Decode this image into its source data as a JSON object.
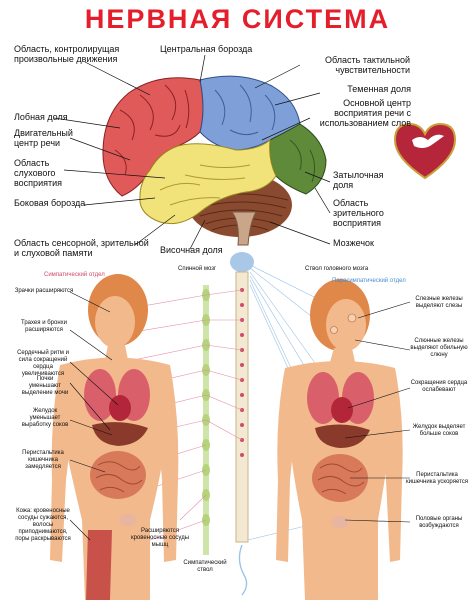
{
  "title": "НЕРВНАЯ СИСТЕМА",
  "brain_labels": {
    "motor_area": "Область, контролирущая произвольные движения",
    "central_sulcus": "Центральная борозда",
    "tactile_area": "Область тактильной чувствительности",
    "frontal_lobe": "Лобная доля",
    "parietal_lobe": "Теменная доля",
    "speech_motor": "Двигательный центр речи",
    "speech_center": "Основной центр восприятия речи с использованием слов",
    "auditory_area": "Область слухового восприятия",
    "occipital_lobe": "Затылочная доля",
    "lateral_sulcus": "Боковая борозда",
    "visual_area": "Область зрительного восприятия",
    "cerebellum": "Мозжечок",
    "sensory_memory": "Область сенсорной, зрительной и слуховой памяти",
    "temporal_lobe": "Височная доля"
  },
  "body_labels": {
    "spinal_cord": "Спинной мозг",
    "brainstem": "Ствол головного мозга",
    "sympathetic": "Симпатический отдел",
    "parasympathetic": "Парасимпатический отдел",
    "pupils_dilate": "Зрачки расширяются",
    "tears": "Слезные железы выделяют слезы",
    "bronchi": "Трахея и бронхи расширяются",
    "saliva": "Слюнные железы выделяют обильную слюну",
    "heart_up": "Сердечный ритм и сила сокращений сердца увеличиваются",
    "heart_down": "Сокращения сердца ослабевают",
    "kidneys": "Почки уменьшают выделение мочи",
    "stomach_down": "Желудок уменьшает выработку соков",
    "stomach_up": "Желудок выделяет больше соков",
    "peristalsis_down": "Перистальтика кишечника замедляется",
    "peristalsis_up": "Перистальтика кишечника ускоряется",
    "skin": "Кожа: кровеносные сосуды сужаются, волосы приподнимаются, поры раскрываются",
    "muscle_vessels": "Расширяются кровеносные сосуды мышц",
    "genitals": "Половые органы возбуждаются",
    "sympathetic_trunk": "Симпатический ствол"
  },
  "colors": {
    "title": "#e41e2b",
    "frontal": "#e05a5a",
    "parietal": "#7f9fd8",
    "temporal": "#f2e27a",
    "occipital": "#5e8a3a",
    "cerebellum": "#8a4a30",
    "skin": "#f2b98c",
    "sympathetic_text": "#d14a6a",
    "parasympathetic_text": "#4a8fd1"
  },
  "icons": [
    "heart-dove-icon"
  ]
}
